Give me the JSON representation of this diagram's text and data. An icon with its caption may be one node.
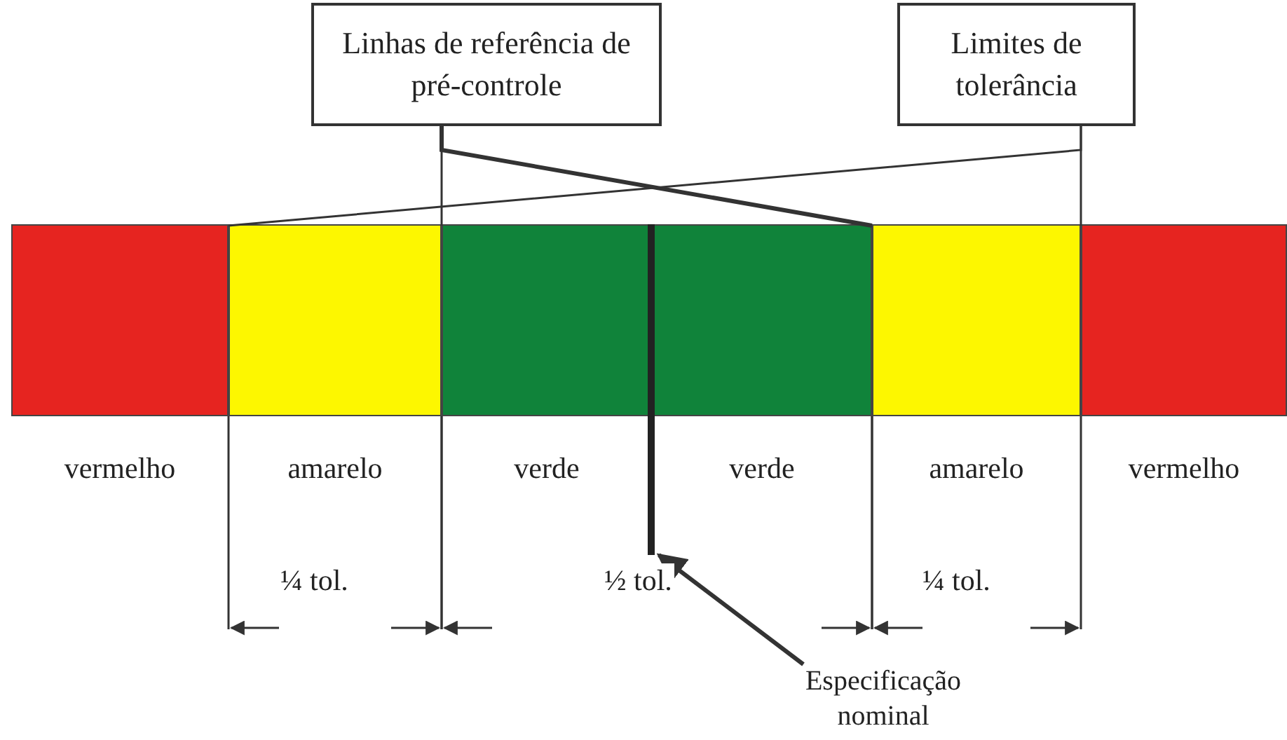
{
  "diagram": {
    "nodes": [
      {
        "text": [
          "Linhas de referência de pré-controle"
        ]
      },
      {
        "text": [
          "Limites de tolerância"
        ]
      },
      {
        "text": [
          "vermelho"
        ]
      },
      {
        "text": [
          "amarelo"
        ]
      },
      {
        "text": [
          "verde"
        ]
      },
      {
        "text": [
          "verde"
        ]
      },
      {
        "text": [
          "amarelo"
        ]
      },
      {
        "text": [
          "vermelho"
        ]
      },
      {
        "text": [],
        "shape": "bar"
      },
      {
        "text": [
          "Especificação nominal"
        ]
      }
    ],
    "edges": [
      {
        "from": 0,
        "to": 4,
        "arrow": "none"
      },
      {
        "from": 0,
        "to": 6,
        "arrow": "none",
        "style": "thick"
      },
      {
        "from": 1,
        "to": 7,
        "arrow": "none"
      },
      {
        "from": 1,
        "to": 3,
        "arrow": "none"
      },
      {
        "from": 9,
        "to": 8,
        "arrow": "to",
        "style": "thick"
      }
    ],
    "labels": [
      "¼ tol.",
      "½ tol.",
      "¼ tol."
    ]
  }
}
